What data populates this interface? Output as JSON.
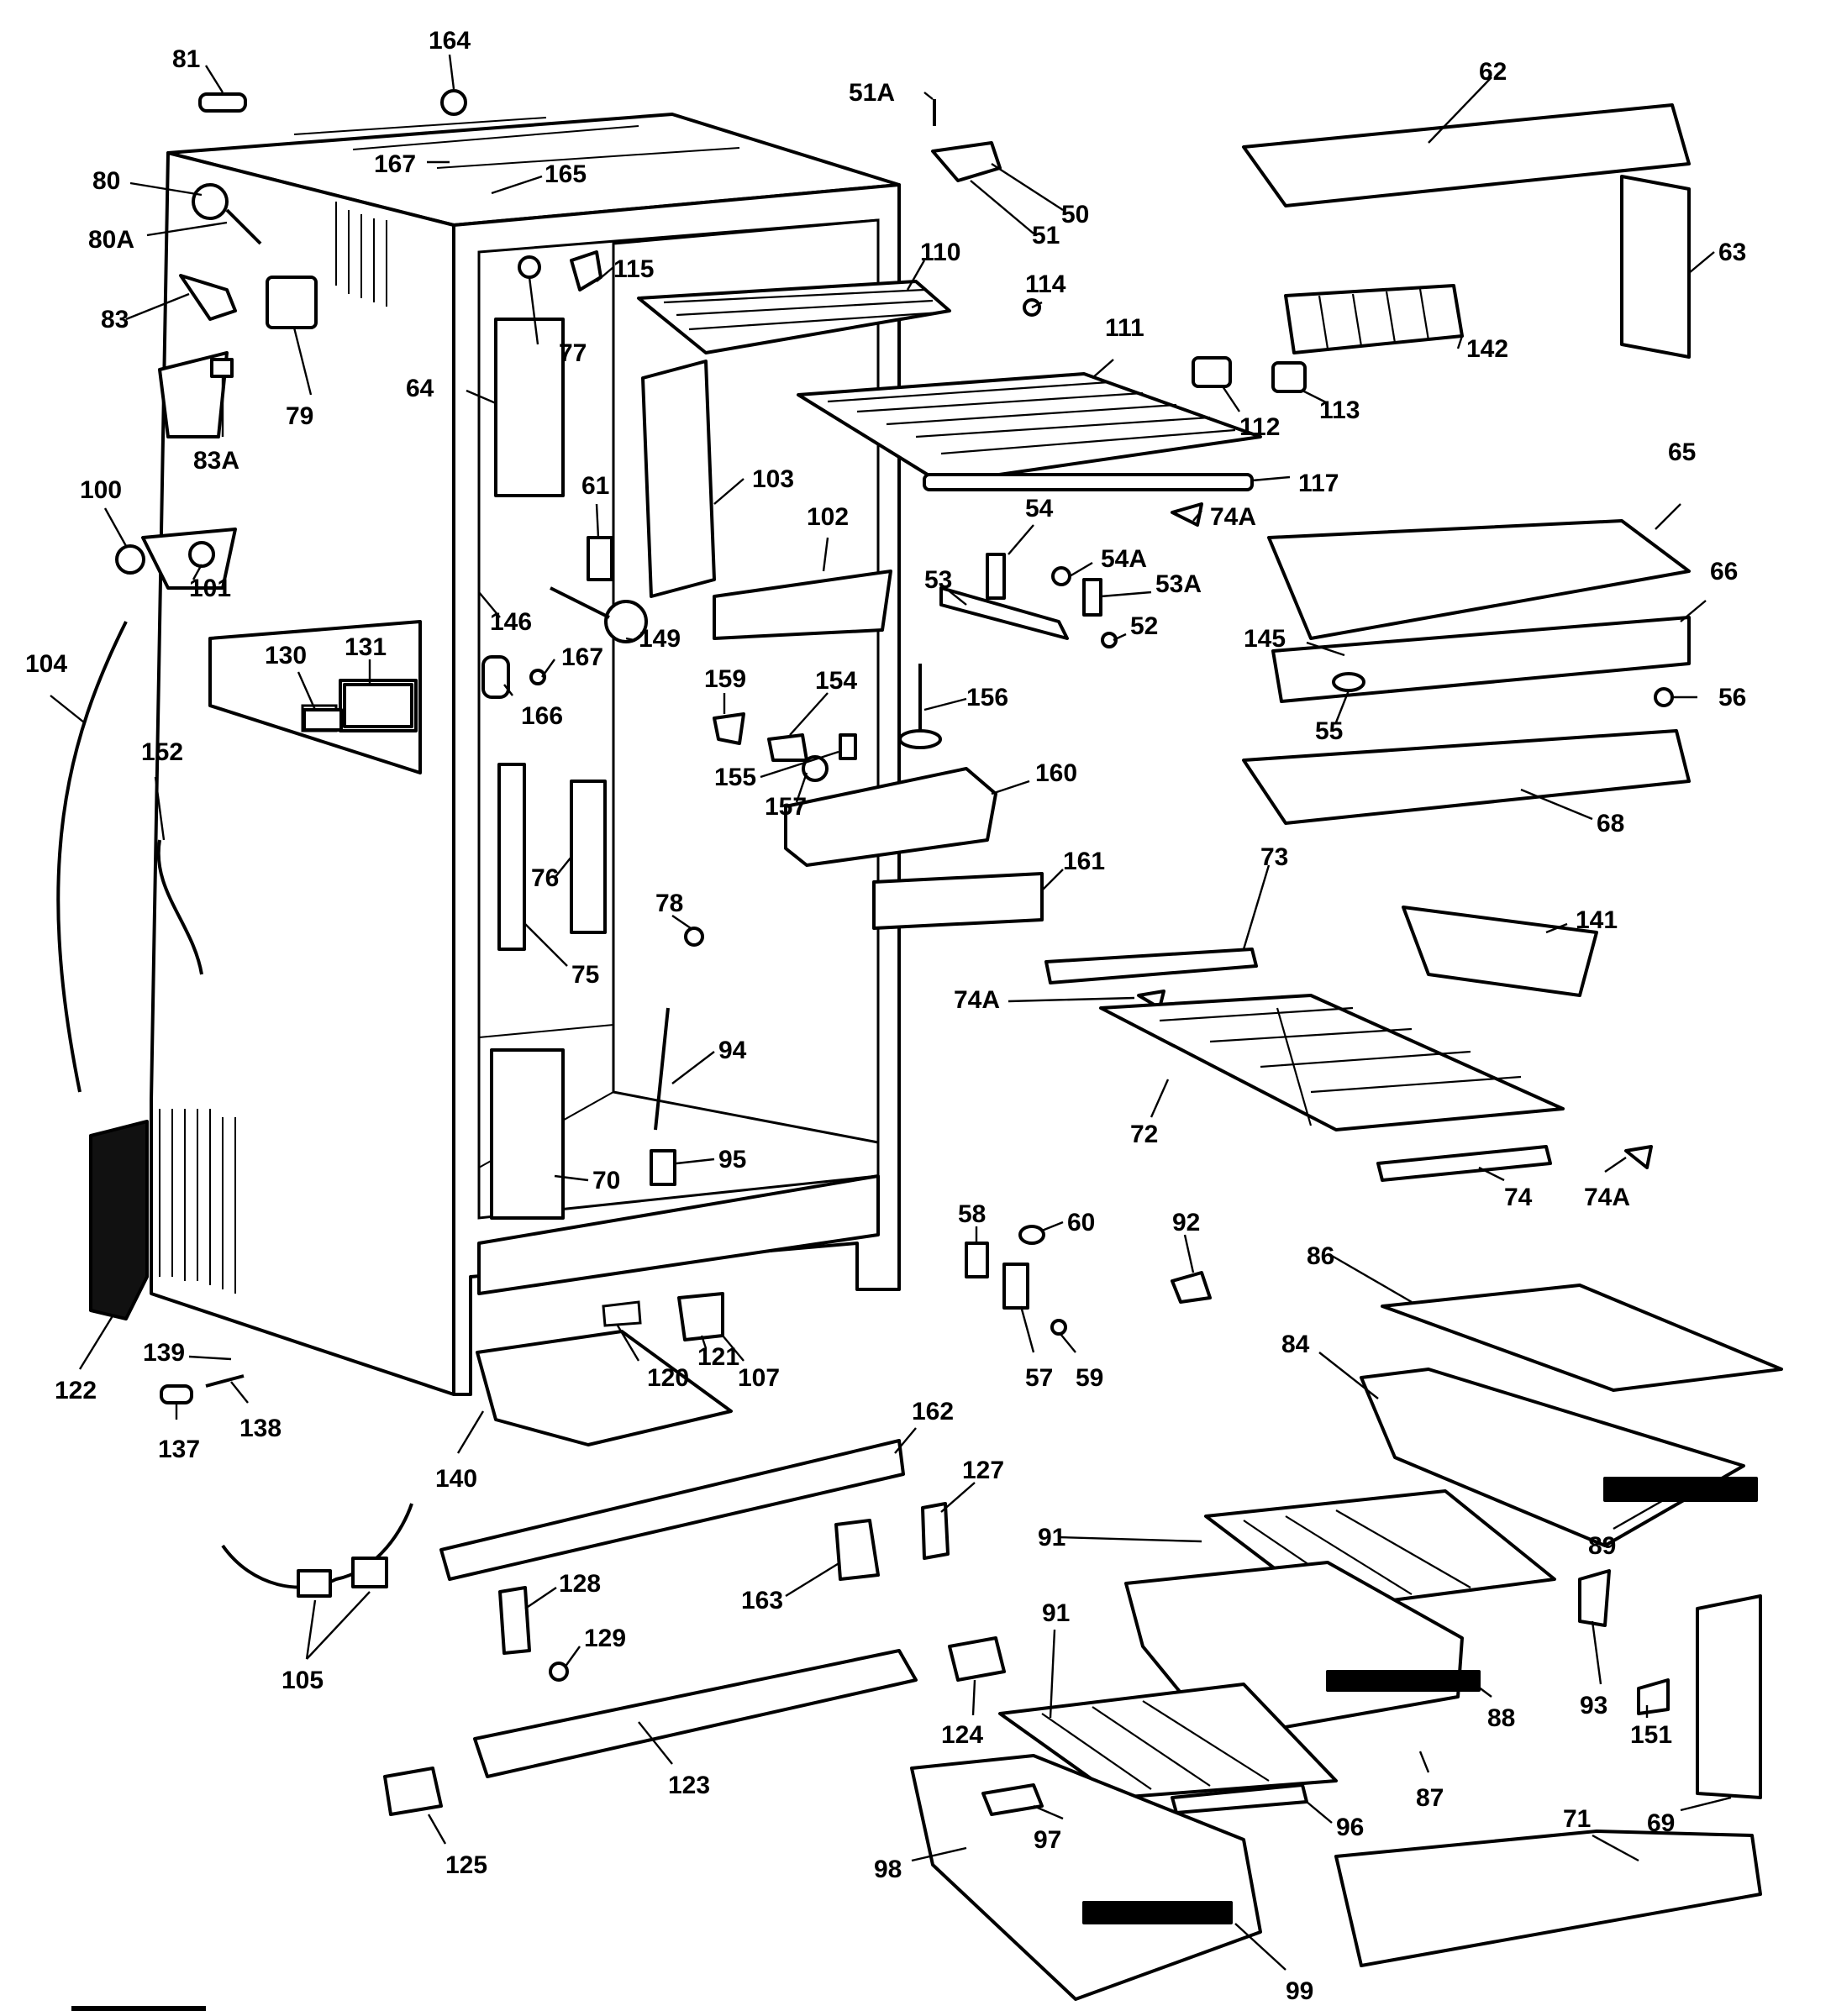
{
  "labels": [
    {
      "id": "81",
      "text": "81"
    },
    {
      "id": "164",
      "text": "164"
    },
    {
      "id": "51A",
      "text": "51A"
    },
    {
      "id": "62",
      "text": "62"
    },
    {
      "id": "80",
      "text": "80"
    },
    {
      "id": "167a",
      "text": "167"
    },
    {
      "id": "165",
      "text": "165"
    },
    {
      "id": "50",
      "text": "50"
    },
    {
      "id": "51",
      "text": "51"
    },
    {
      "id": "63",
      "text": "63"
    },
    {
      "id": "80A",
      "text": "80A"
    },
    {
      "id": "115",
      "text": "115"
    },
    {
      "id": "110",
      "text": "110"
    },
    {
      "id": "114",
      "text": "114"
    },
    {
      "id": "111",
      "text": "111"
    },
    {
      "id": "142",
      "text": "142"
    },
    {
      "id": "83",
      "text": "83"
    },
    {
      "id": "77",
      "text": "77"
    },
    {
      "id": "64",
      "text": "64"
    },
    {
      "id": "79",
      "text": "79"
    },
    {
      "id": "83A",
      "text": "83A"
    },
    {
      "id": "112",
      "text": "112"
    },
    {
      "id": "113",
      "text": "113"
    },
    {
      "id": "61",
      "text": "61"
    },
    {
      "id": "103",
      "text": "103"
    },
    {
      "id": "117",
      "text": "117"
    },
    {
      "id": "65",
      "text": "65"
    },
    {
      "id": "100",
      "text": "100"
    },
    {
      "id": "74A1",
      "text": "74A"
    },
    {
      "id": "54",
      "text": "54"
    },
    {
      "id": "102",
      "text": "102"
    },
    {
      "id": "54A",
      "text": "54A"
    },
    {
      "id": "101",
      "text": "101"
    },
    {
      "id": "53",
      "text": "53"
    },
    {
      "id": "53A",
      "text": "53A"
    },
    {
      "id": "66",
      "text": "66"
    },
    {
      "id": "146",
      "text": "146"
    },
    {
      "id": "104",
      "text": "104"
    },
    {
      "id": "52",
      "text": "52"
    },
    {
      "id": "145",
      "text": "145"
    },
    {
      "id": "149",
      "text": "149"
    },
    {
      "id": "130",
      "text": "130"
    },
    {
      "id": "131",
      "text": "131"
    },
    {
      "id": "167b",
      "text": "167"
    },
    {
      "id": "159",
      "text": "159"
    },
    {
      "id": "154",
      "text": "154"
    },
    {
      "id": "156",
      "text": "156"
    },
    {
      "id": "56",
      "text": "56"
    },
    {
      "id": "166",
      "text": "166"
    },
    {
      "id": "55",
      "text": "55"
    },
    {
      "id": "152",
      "text": "152"
    },
    {
      "id": "155",
      "text": "155"
    },
    {
      "id": "160",
      "text": "160"
    },
    {
      "id": "157",
      "text": "157"
    },
    {
      "id": "68",
      "text": "68"
    },
    {
      "id": "76",
      "text": "76"
    },
    {
      "id": "161",
      "text": "161"
    },
    {
      "id": "73",
      "text": "73"
    },
    {
      "id": "78",
      "text": "78"
    },
    {
      "id": "75",
      "text": "75"
    },
    {
      "id": "141",
      "text": "141"
    },
    {
      "id": "74A2",
      "text": "74A"
    },
    {
      "id": "94",
      "text": "94"
    },
    {
      "id": "72",
      "text": "72"
    },
    {
      "id": "95",
      "text": "95"
    },
    {
      "id": "74",
      "text": "74"
    },
    {
      "id": "74A3",
      "text": "74A"
    },
    {
      "id": "70",
      "text": "70"
    },
    {
      "id": "58",
      "text": "58"
    },
    {
      "id": "60",
      "text": "60"
    },
    {
      "id": "92",
      "text": "92"
    },
    {
      "id": "86",
      "text": "86"
    },
    {
      "id": "84",
      "text": "84"
    },
    {
      "id": "122",
      "text": "122"
    },
    {
      "id": "120",
      "text": "120"
    },
    {
      "id": "121",
      "text": "121"
    },
    {
      "id": "107",
      "text": "107"
    },
    {
      "id": "57",
      "text": "57"
    },
    {
      "id": "59",
      "text": "59"
    },
    {
      "id": "139",
      "text": "139"
    },
    {
      "id": "137",
      "text": "137"
    },
    {
      "id": "138",
      "text": "138"
    },
    {
      "id": "140",
      "text": "140"
    },
    {
      "id": "162",
      "text": "162"
    },
    {
      "id": "127",
      "text": "127"
    },
    {
      "id": "89",
      "text": "89"
    },
    {
      "id": "91a",
      "text": "91"
    },
    {
      "id": "163",
      "text": "163"
    },
    {
      "id": "128",
      "text": "128"
    },
    {
      "id": "129",
      "text": "129"
    },
    {
      "id": "105",
      "text": "105"
    },
    {
      "id": "93",
      "text": "93"
    },
    {
      "id": "124",
      "text": "124"
    },
    {
      "id": "91b",
      "text": "91"
    },
    {
      "id": "151",
      "text": "151"
    },
    {
      "id": "88",
      "text": "88"
    },
    {
      "id": "123",
      "text": "123"
    },
    {
      "id": "87",
      "text": "87"
    },
    {
      "id": "97",
      "text": "97"
    },
    {
      "id": "96",
      "text": "96"
    },
    {
      "id": "69",
      "text": "69"
    },
    {
      "id": "125",
      "text": "125"
    },
    {
      "id": "98",
      "text": "98"
    },
    {
      "id": "71",
      "text": "71"
    },
    {
      "id": "99",
      "text": "99"
    }
  ]
}
